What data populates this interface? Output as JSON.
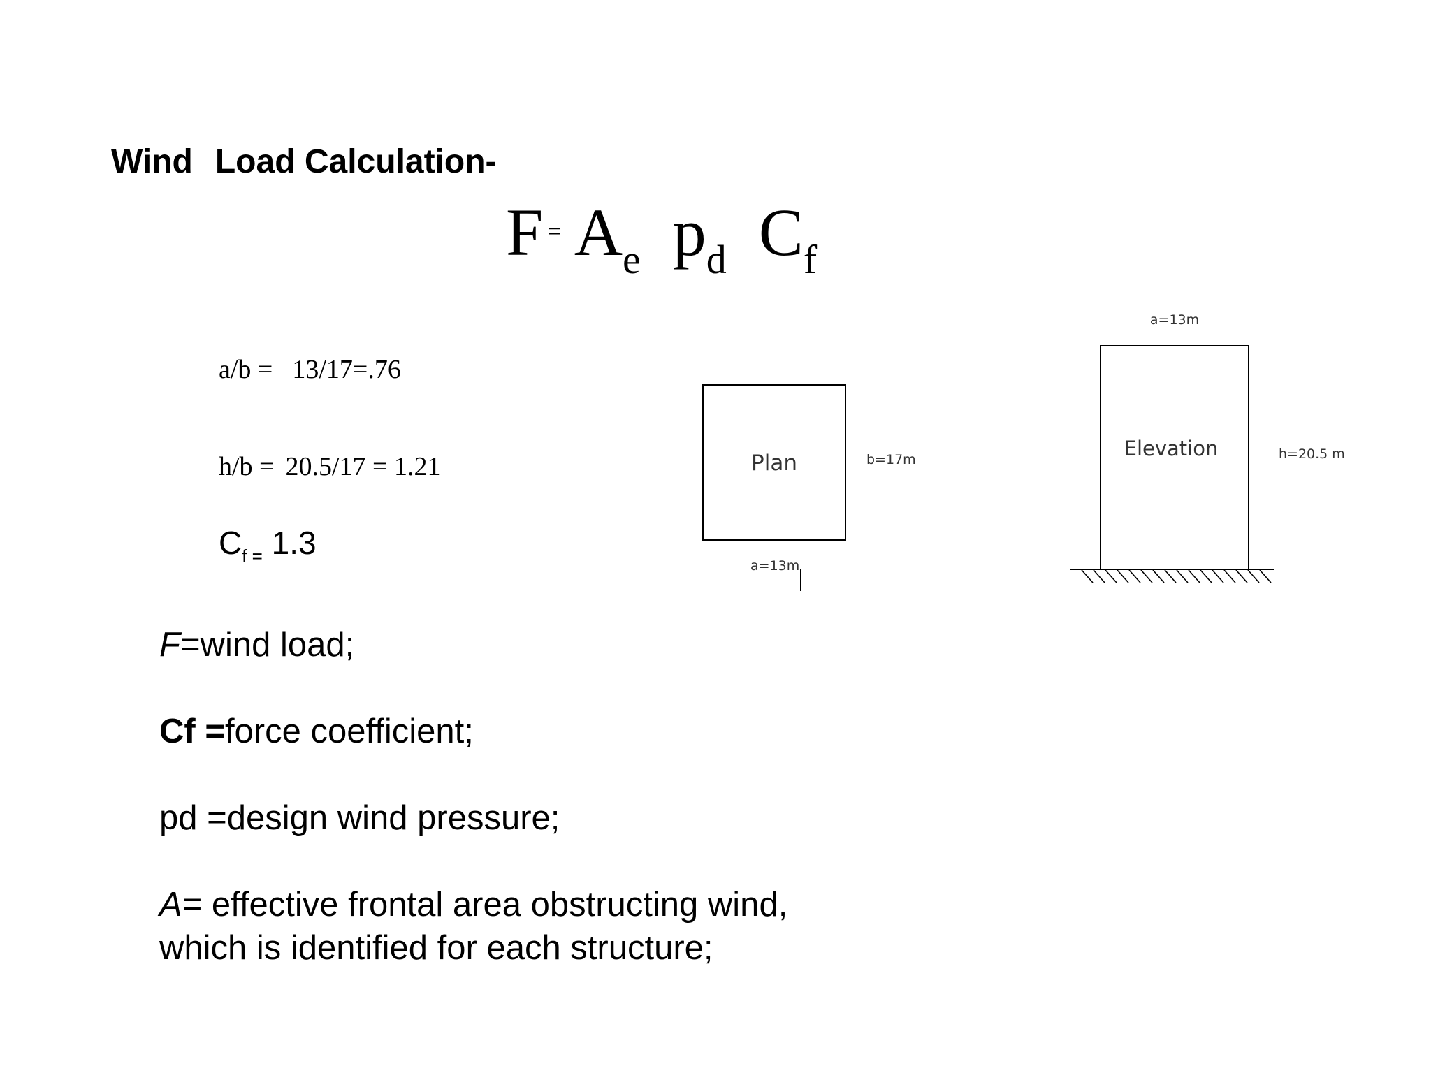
{
  "title": {
    "word1": "Wind",
    "word2": "Load Calculation-"
  },
  "formula": {
    "lhs": "F",
    "eq": "=",
    "a": "A",
    "a_sub": "e",
    "p": "p",
    "p_sub": "d",
    "c": "C",
    "c_sub": "f"
  },
  "ratios": {
    "ab_label": "a/b =",
    "ab_value": "13/17=.76",
    "hb_label": "h/b =",
    "hb_value": "20.5/17 = 1.21"
  },
  "cf": {
    "symbol": "C",
    "sub": "f =",
    "value": "1.3"
  },
  "definitions": {
    "f_term": "F",
    "f_text": "=wind load;",
    "cf_term": "Cf =",
    "cf_text": "force coefficient;",
    "pd_text": "pd =design wind pressure;",
    "a_term": "A",
    "a_line1": "= effective frontal area obstructing wind,",
    "a_line2": "which is identified for each structure;"
  },
  "plan": {
    "label": "Plan",
    "width_label": "a=13m",
    "depth_label": "b=17m"
  },
  "elevation": {
    "label": "Elevation",
    "width_label": "a=13m",
    "height_label": "h=20.5 m"
  }
}
